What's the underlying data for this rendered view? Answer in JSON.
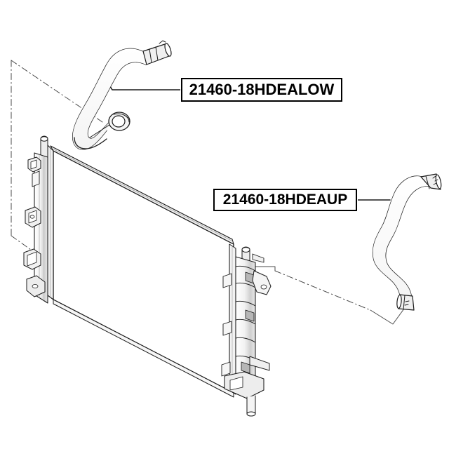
{
  "diagram": {
    "title": "Radiator hose assembly exploded parts diagram",
    "background_color": "#ffffff",
    "line_color": "#1a1a1a",
    "shade_color": "#d8d8d8",
    "labels": [
      {
        "id": "lower-hose-label",
        "text": "21460-18HDEALOW",
        "refers_to": "radiator-hose-lower"
      },
      {
        "id": "upper-hose-label",
        "text": "21460-18HDEAUP",
        "refers_to": "radiator-hose-upper"
      }
    ],
    "components": [
      {
        "id": "radiator-assembly",
        "name": "radiator-core-assembly"
      },
      {
        "id": "radiator-left-tank",
        "name": "radiator-left-side-tank"
      },
      {
        "id": "radiator-right-tank",
        "name": "radiator-right-side-tank"
      },
      {
        "id": "radiator-hose-lower",
        "name": "lower-radiator-hose"
      },
      {
        "id": "radiator-hose-upper",
        "name": "upper-radiator-hose"
      }
    ],
    "leader_lines": [
      {
        "id": "leader-lower",
        "from": "lower-hose-label",
        "to": "radiator-hose-lower"
      },
      {
        "id": "leader-upper",
        "from": "upper-hose-label",
        "to": "radiator-hose-upper"
      }
    ],
    "assembly_axes": [
      {
        "id": "axis-left",
        "style": "dash-dot",
        "orientation": "vertical-left-frame"
      },
      {
        "id": "axis-lower-hose",
        "style": "dash-dot",
        "orientation": "diagonal-upper-left"
      },
      {
        "id": "axis-upper-hose",
        "style": "dash-dot",
        "orientation": "diagonal-lower-right"
      }
    ]
  }
}
